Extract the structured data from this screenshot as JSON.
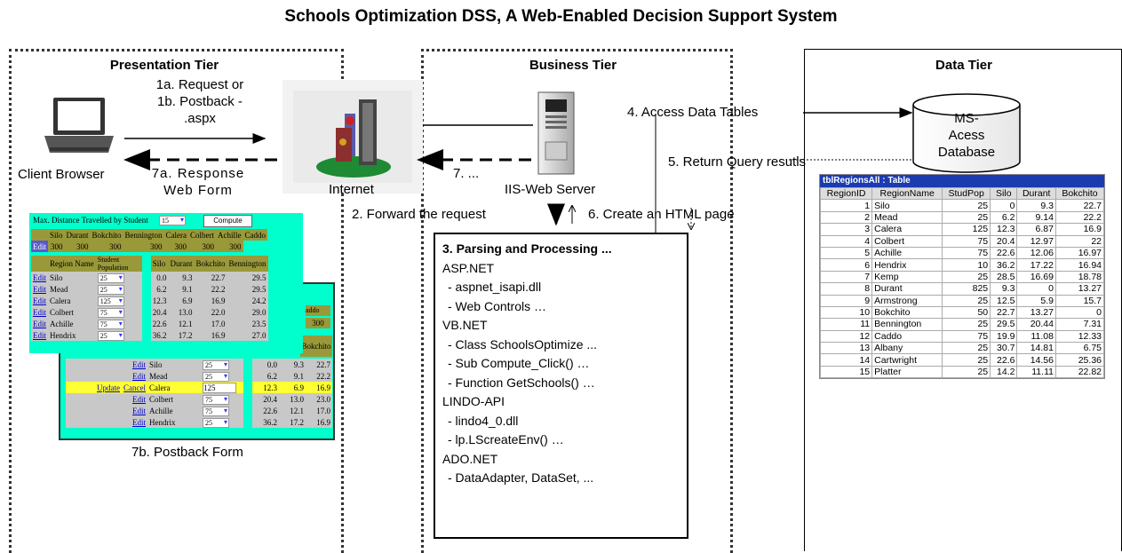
{
  "title": "Schools Optimization DSS, A Web-Enabled Decision Support System",
  "tiers": {
    "presentation": "Presentation Tier",
    "business": "Business Tier",
    "data": "Data Tier"
  },
  "labels": {
    "step_1": "1a. Request or\n1b. Postback -\n.aspx",
    "client": "Client Browser",
    "step_7a": "7a. Response\nWeb Form",
    "internet": "Internet",
    "step_7": "7. ...",
    "iis": "IIS-Web Server",
    "step_2": "2. Forward the request",
    "step_6": "6. Create an HTML page",
    "step_4": "4. Access Data Tables",
    "step_5": "5. Return Query resutls",
    "database": "MS-\nAcess\nDatabase",
    "step_7b": "7b. Postback Form"
  },
  "processing": {
    "title": "3. Parsing and Processing ...",
    "lines": [
      {
        "text": "ASP.NET",
        "indent": false
      },
      {
        "text": "- aspnet_isapi.dll",
        "indent": true
      },
      {
        "text": "- Web Controls …",
        "indent": true
      },
      {
        "text": "VB.NET",
        "indent": false
      },
      {
        "text": "- Class SchoolsOptimize ...",
        "indent": true
      },
      {
        "text": "- Sub Compute_Click() …",
        "indent": true
      },
      {
        "text": "- Function GetSchools() …",
        "indent": true
      },
      {
        "text": "LINDO-API",
        "indent": false
      },
      {
        "text": "- lindo4_0.dll",
        "indent": true
      },
      {
        "text": "- lp.LScreateEnv() …",
        "indent": true
      },
      {
        "text": "ADO.NET",
        "indent": false
      },
      {
        "text": "- DataAdapter, DataSet, ...",
        "indent": true
      }
    ]
  },
  "web_form": {
    "max_label": "Max. Distance Travelled by Student",
    "max_value": "15",
    "compute": "Compute",
    "summary_headers": [
      "Silo",
      "Durant",
      "Bokchito",
      "Bennington",
      "Calera",
      "Colbert",
      "Achille",
      "Caddo"
    ],
    "summary_values": [
      "300",
      "300",
      "300",
      "300",
      "300",
      "300",
      "300"
    ],
    "summary_edit": "Edit",
    "headers": [
      "Region Name",
      "Student Population",
      "Silo",
      "Durant",
      "Bokchito",
      "Bennington"
    ],
    "rows": [
      {
        "edit": "Edit",
        "name": "Silo",
        "pop": "25",
        "v": [
          "0.0",
          "9.3",
          "22.7",
          "29.5"
        ]
      },
      {
        "edit": "Edit",
        "name": "Mead",
        "pop": "25",
        "v": [
          "6.2",
          "9.1",
          "22.2",
          "29.5"
        ]
      },
      {
        "edit": "Edit",
        "name": "Calera",
        "pop": "125",
        "v": [
          "12.3",
          "6.9",
          "16.9",
          "24.2"
        ]
      },
      {
        "edit": "Edit",
        "name": "Colbert",
        "pop": "75",
        "v": [
          "20.4",
          "13.0",
          "22.0",
          "29.0"
        ]
      },
      {
        "edit": "Edit",
        "name": "Achille",
        "pop": "75",
        "v": [
          "22.6",
          "12.1",
          "17.0",
          "23.5"
        ]
      },
      {
        "edit": "Edit",
        "name": "Hendrix",
        "pop": "25",
        "v": [
          "36.2",
          "17.2",
          "16.9",
          "27.0"
        ]
      }
    ]
  },
  "postback_form": {
    "partial_headers": [
      "addo",
      "Bokchito"
    ],
    "partial_value": "300",
    "rows": [
      {
        "a": "",
        "b": "Edit",
        "name": "Silo",
        "pop": "25",
        "v": [
          "0.0",
          "9.3",
          "22.7"
        ],
        "editing": false
      },
      {
        "a": "",
        "b": "Edit",
        "name": "Mead",
        "pop": "25",
        "v": [
          "6.2",
          "9.1",
          "22.2"
        ],
        "editing": false
      },
      {
        "a": "Update",
        "b": "Cancel",
        "name": "Calera",
        "pop": "125",
        "v": [
          "12.3",
          "6.9",
          "16.9"
        ],
        "editing": true
      },
      {
        "a": "",
        "b": "Edit",
        "name": "Colbert",
        "pop": "75",
        "v": [
          "20.4",
          "13.0",
          "23.0"
        ],
        "editing": false
      },
      {
        "a": "",
        "b": "Edit",
        "name": "Achille",
        "pop": "75",
        "v": [
          "22.6",
          "12.1",
          "17.0"
        ],
        "editing": false
      },
      {
        "a": "",
        "b": "Edit",
        "name": "Hendrix",
        "pop": "25",
        "v": [
          "36.2",
          "17.2",
          "16.9"
        ],
        "editing": false
      }
    ]
  },
  "db_table": {
    "caption": "tblRegionsAll : Table",
    "headers": [
      "RegionID",
      "RegionName",
      "StudPop",
      "Silo",
      "Durant",
      "Bokchito"
    ],
    "rows": [
      [
        "1",
        "Silo",
        "25",
        "0",
        "9.3",
        "22.7"
      ],
      [
        "2",
        "Mead",
        "25",
        "6.2",
        "9.14",
        "22.2"
      ],
      [
        "3",
        "Calera",
        "125",
        "12.3",
        "6.87",
        "16.9"
      ],
      [
        "4",
        "Colbert",
        "75",
        "20.4",
        "12.97",
        "22"
      ],
      [
        "5",
        "Achille",
        "75",
        "22.6",
        "12.06",
        "16.97"
      ],
      [
        "6",
        "Hendrix",
        "10",
        "36.2",
        "17.22",
        "16.94"
      ],
      [
        "7",
        "Kemp",
        "25",
        "28.5",
        "16.69",
        "18.78"
      ],
      [
        "8",
        "Durant",
        "825",
        "9.3",
        "0",
        "13.27"
      ],
      [
        "9",
        "Armstrong",
        "25",
        "12.5",
        "5.9",
        "15.7"
      ],
      [
        "10",
        "Bokchito",
        "50",
        "22.7",
        "13.27",
        "0"
      ],
      [
        "11",
        "Bennington",
        "25",
        "29.5",
        "20.44",
        "7.31"
      ],
      [
        "12",
        "Caddo",
        "75",
        "19.9",
        "11.08",
        "12.33"
      ],
      [
        "13",
        "Albany",
        "25",
        "30.7",
        "14.81",
        "6.75"
      ],
      [
        "14",
        "Cartwright",
        "25",
        "22.6",
        "14.56",
        "25.36"
      ],
      [
        "15",
        "Platter",
        "25",
        "14.2",
        "11.11",
        "22.82"
      ]
    ]
  },
  "colors": {
    "form_bg": "#00ffcc",
    "header_olive": "#99993a",
    "highlight": "#ffff33",
    "table_caption": "#1a3cb0"
  }
}
